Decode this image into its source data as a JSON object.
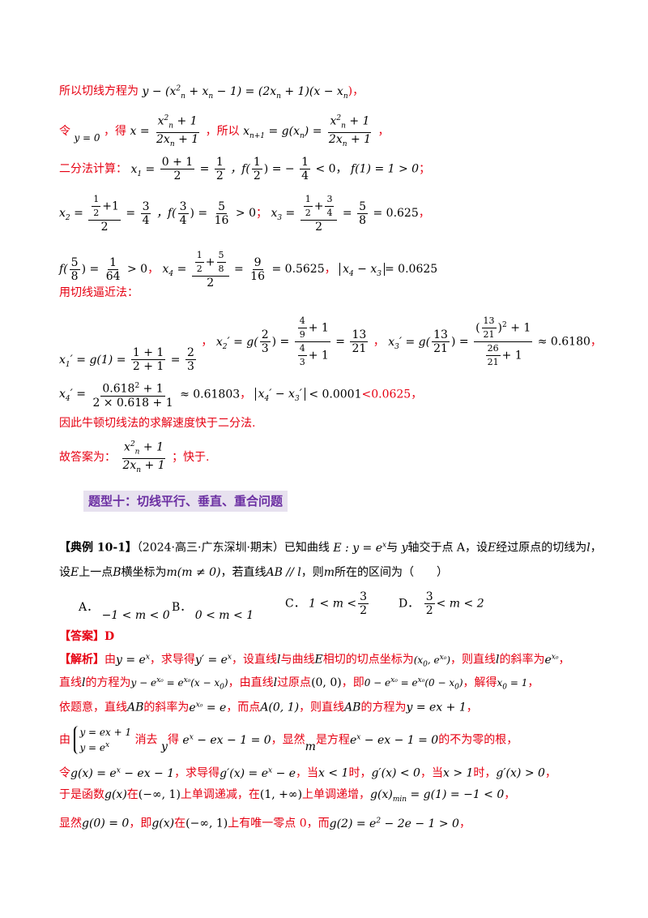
{
  "sol": {
    "l1_a": "所以切线方程为",
    "l1_eq": "y − (x",
    "l1_eq2": "+ x",
    "l1_eq3": "− 1) = (2x",
    "l1_eq4": "+ 1)(x − x",
    "l1_end": ")，",
    "l2_ling": "令",
    "l2_y0": "y = 0",
    "l2_de": "，得",
    "l2_x": "x =",
    "num1": "x",
    "plus1": "+ 1",
    "den1": "2x",
    "l2_suoyi": "，所以",
    "l2_g": "x",
    "l2_g2": "= g(x",
    "l2_g3": ") =",
    "l2_end": "，",
    "l3_label": "二分法计算：",
    "l3_x1": "x",
    "l3_eq": "=",
    "l3_n1": "0 + 1",
    "l3_d1": "2",
    "l3_r1n": "1",
    "l3_r1d": "2",
    "l3_f": "，f(",
    "l3_f2": ") = −",
    "l3_n3": "1",
    "l3_d3": "4",
    "l3_lt": "< 0，",
    "l3_f1": "f(1) = 1 > 0",
    "l3_end": "；",
    "l4_text1": "x",
    "l4_sub": "2",
    "l4_mid": "，f(",
    "l4_v1": "3",
    "l4_v2": "4",
    "l4_v3": "5",
    "l4_v4": "16",
    "l4_gt": "> 0",
    "l4_sep": "；",
    "l4_x3": "x",
    "l4_sub3": "3",
    "l4_r": "5",
    "l4_rd": "8",
    "l4_dec": "= 0.625",
    "l4_end": "，",
    "l5_f": "f(",
    "l5_n": "5",
    "l5_d": "8",
    "l5_r": "1",
    "l5_rd": "64",
    "l5_gt": "> 0",
    "l5_sep": "，",
    "l5_x4": "x",
    "l5_sub4": "4",
    "l5_9": "9",
    "l5_16": "16",
    "l5_dec": "= 0.5625",
    "l5_sep2": "，",
    "l5_abs": "x",
    "l5_absr": "= 0.0625",
    "l6_label": "用切线逼近法：",
    "l7_x1p": "x",
    "l7_g1": "= g(1) =",
    "l7_n": "1 + 1",
    "l7_d": "2 + 1",
    "l7_eq": "=",
    "l7_23n": "2",
    "l7_23d": "3",
    "l7_sep": "，",
    "l7_x2": "x",
    "l7_g2": "= g",
    "l7_g2n": "2",
    "l7_g2d": "3",
    "l7_frac2n": "4",
    "l7_frac2d": "9",
    "l7_plus": "+ 1",
    "l7_frac2b": "4",
    "l7_frac2bd": "3",
    "l7_r2n": "13",
    "l7_r2d": "21",
    "l7_sep2": "，",
    "l7_x3": "x",
    "l7_g3": "= g",
    "l7_big_n1": "13",
    "l7_big_n2": "21",
    "l7_big_d1": "26",
    "l7_big_d2": "21",
    "l7_approx": "≈ 0.6180",
    "l7_end": "，",
    "l8_x4": "x",
    "l8_n": "0.618",
    "l8_d": "2 × 0.618 + 1",
    "l8_approx": "≈ 0.61803",
    "l8_sep": "，",
    "l8_abs": "x",
    "l8_lt": "< 0.0001",
    "l8_red": "<0.0625",
    "l8_end": "，",
    "l9": "因此牛顿切线法的求解速度快于二分法.",
    "l10_label": "故答案为：",
    "l10_end": "；快于."
  },
  "heading": "题型十：切线平行、垂直、重合问题",
  "q": {
    "tag": "【典例 10-1】",
    "src": "（2024·高三·广东深圳·期末）已知曲线",
    "curve": "E : y = e",
    "curve_sup": "x",
    "and": "与",
    "yaxis": "y",
    "meet": "轴交于点 A，设",
    "e2": "E",
    "pass": "经过原点的切线为",
    "l": "l",
    "comma": "，",
    "line2_a": "设",
    "line2_e": "E",
    "line2_b": "上一点",
    "line2_bpt": "B",
    "line2_c": "横坐标为",
    "line2_m": "m(m ≠ 0)",
    "line2_d": "，若直线",
    "line2_ab": "AB // l",
    "line2_e2": "，则",
    "line2_m2": "m",
    "line2_f": "所在的区间为（　　）",
    "optA_label": "A．",
    "optA": "−1 < m < 0",
    "optB_label": "B．",
    "optB": "0 < m < 1",
    "optC_label": "C．",
    "optC": "1 < m <",
    "optC_n": "3",
    "optC_d": "2",
    "optD_label": "D．",
    "optD_n": "3",
    "optD_d": "2",
    "optD": "< m < 2"
  },
  "ans": {
    "label": "【答案】D",
    "jiexi": "【解析】",
    "a1": "由",
    "a1_eq": "y = e",
    "a1_b": "，求导得",
    "a1_eq2": "y′ = e",
    "a1_c": "，设直线",
    "a1_l": "l",
    "a1_d": "与曲线",
    "a1_E": "E",
    "a1_e": "相切的切点坐标为",
    "a1_pt": "(x",
    "a1_pt2": ", e",
    "a1_pt3": ")",
    "a1_f": "，则直线",
    "a1_l2": "l",
    "a1_g": "的斜率为",
    "a1_slope": "e",
    "a1_end": "，",
    "a2_a": "直线",
    "a2_l": "l",
    "a2_b": "的方程为",
    "a2_eq": "y − e",
    "a2_eq2": "= e",
    "a2_eq3": "(x − x",
    "a2_eq4": ")",
    "a2_c": "，由直线",
    "a2_l2": "l",
    "a2_d": "过原点",
    "a2_o": "(0, 0)",
    "a2_e": "，即",
    "a2_eq5": "0 − e",
    "a2_eq6": "= e",
    "a2_eq7": "(0 − x",
    "a2_eq8": ")",
    "a2_f": "，解得",
    "a2_x0": "x",
    "a2_x0b": "= 1",
    "a2_end": "，",
    "a3_a": "依题意，直线",
    "a3_ab": "AB",
    "a3_b": "的斜率为",
    "a3_eq": "e",
    "a3_eq2": "= e",
    "a3_c": "，而点",
    "a3_pt": "A(0, 1)",
    "a3_d": "，则直线",
    "a3_ab2": "AB",
    "a3_e": "的方程为",
    "a3_eq3": "y = ex + 1",
    "a3_end": "，",
    "a4_you": "由",
    "a4_s1": "y = ex + 1",
    "a4_s2": "y = e",
    "a4_b": "消去",
    "a4_y": "y",
    "a4_c": "得",
    "a4_eq": "e",
    "a4_eq2": "− ex − 1 = 0",
    "a4_d": "，显然",
    "a4_m": "m",
    "a4_e": "是方程",
    "a4_eq3": "e",
    "a4_eq4": "− ex − 1 = 0",
    "a4_f": "的不为零的根，",
    "a5_ling": "令",
    "a5_g": "g(x) = e",
    "a5_g2": "− ex − 1",
    "a5_b": "，求导得",
    "a5_gp": "g′(x) = e",
    "a5_gp2": "− e",
    "a5_c": "，当",
    "a5_x1": "x < 1",
    "a5_d": "时，",
    "a5_neg": "g′(x) < 0",
    "a5_e": "，当",
    "a5_x2": "x > 1",
    "a5_f": "时，",
    "a5_pos": "g′(x) > 0",
    "a5_end": "，",
    "a6_a": "于是函数",
    "a6_g": "g(x)",
    "a6_b": "在",
    "a6_i1": "(−∞, 1)",
    "a6_c": "上单调递减，在",
    "a6_i2": "(1, +∞)",
    "a6_d": "上单调递增，",
    "a6_min": "g(x)",
    "a6_minsub": "min",
    "a6_minv": "= g(1) = −1 < 0",
    "a6_end": "，",
    "a7_a": "显然",
    "a7_g0": "g(0) = 0",
    "a7_b": "，即",
    "a7_g": "g(x)",
    "a7_c": "在",
    "a7_i": "(−∞, 1)",
    "a7_d": "上有唯一零点 0，而",
    "a7_g2": "g(2) = e",
    "a7_g2b": "− 2e − 1 > 0",
    "a7_end": "，"
  },
  "colors": {
    "answer_red": "#e60012",
    "heading_purple": "#6b2fa2",
    "heading_bg": "#e7e1ef"
  }
}
